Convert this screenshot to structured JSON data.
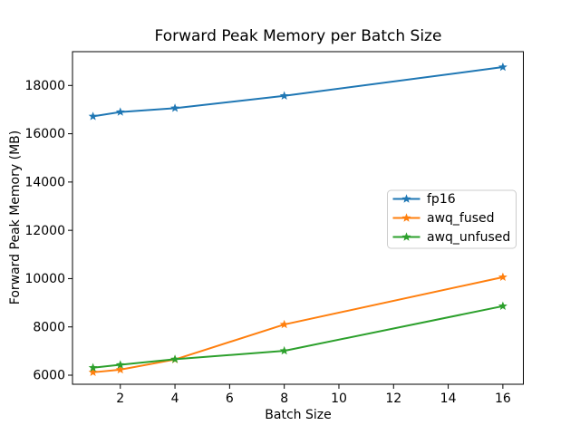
{
  "chart_data": {
    "type": "line",
    "title": "Forward Peak Memory per Batch Size",
    "xlabel": "Batch Size",
    "ylabel": "Forward Peak Memory (MB)",
    "x": [
      1,
      2,
      4,
      8,
      16
    ],
    "series": [
      {
        "name": "fp16",
        "color": "#1f77b4",
        "values": [
          16720,
          16900,
          17060,
          17570,
          18760
        ]
      },
      {
        "name": "awq_fused",
        "color": "#ff7f0e",
        "values": [
          6120,
          6230,
          6650,
          8100,
          10060
        ]
      },
      {
        "name": "awq_unfused",
        "color": "#2ca02c",
        "values": [
          6310,
          6430,
          6660,
          7010,
          8860
        ]
      }
    ],
    "xticks": [
      2,
      4,
      6,
      8,
      10,
      12,
      14,
      16
    ],
    "yticks": [
      6000,
      8000,
      10000,
      12000,
      14000,
      16000,
      18000
    ],
    "xlim": [
      0.25,
      16.75
    ],
    "ylim": [
      5625,
      19400
    ],
    "grid": false,
    "marker": "star",
    "legend": {
      "position": "center-right",
      "border_color": "#cccccc",
      "background": "#ffffff",
      "entries": [
        "fp16",
        "awq_fused",
        "awq_unfused"
      ]
    },
    "text_color": "#000000",
    "axis_color": "#000000",
    "background": "#ffffff"
  }
}
